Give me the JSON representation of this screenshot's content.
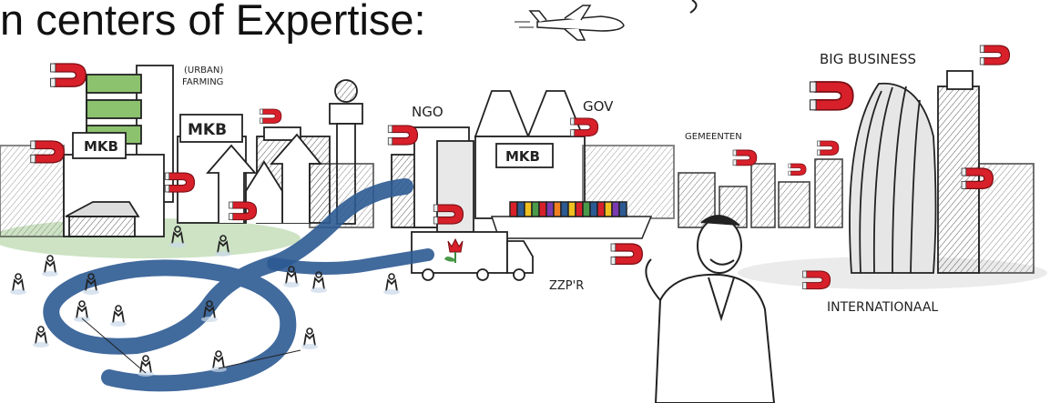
{
  "slide": {
    "title": "n centers of Expertise:"
  },
  "labels": {
    "urban_farming_line1": "(URBAN)",
    "urban_farming_line2": "FARMING",
    "mkb_1": "MKB",
    "mkb_2": "MKB",
    "mkb_3": "MKB",
    "ngo": "NGO",
    "gov": "GOV",
    "gemeenten": "GEMEENTEN",
    "big_business": "BIG BUSINESS",
    "zzpr": "ZZP'R",
    "internationaal": "INTERNATIONAAL"
  },
  "colors": {
    "magnet_red": "#d8202a",
    "river_blue": "#2c5a92",
    "grass_green": "#6fae55",
    "ink": "#222222"
  },
  "icons": [
    "magnet-icon",
    "airplane-icon",
    "tulip-icon",
    "person-icon"
  ]
}
